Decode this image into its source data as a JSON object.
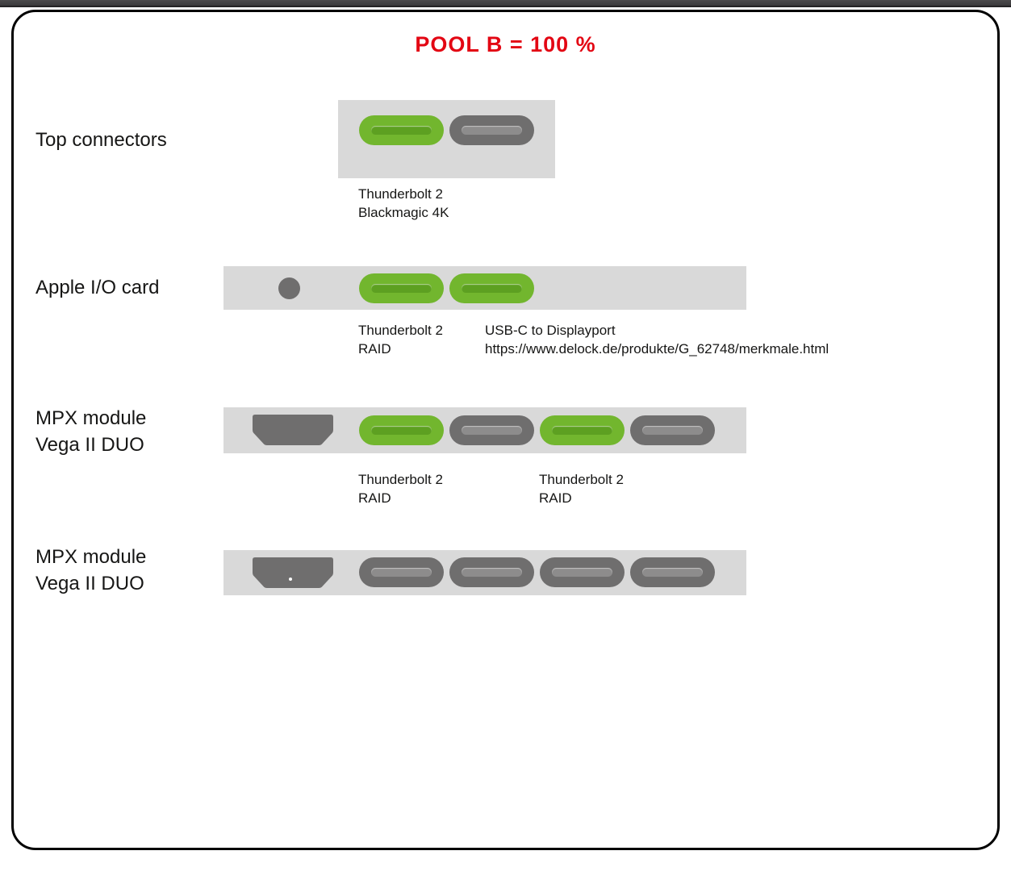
{
  "page": {
    "title": "POOL B = 100 %"
  },
  "colors": {
    "title": "#e30613",
    "green": "#72b62e",
    "gray": "#6f6e6e",
    "panel": "#d9d9d9"
  },
  "rows": {
    "top_connectors": {
      "label": "Top connectors",
      "ports": [
        "green",
        "gray"
      ],
      "caption1_line1": "Thunderbolt 2",
      "caption1_line2": "Blackmagic 4K"
    },
    "apple_io": {
      "label": "Apple I/O card",
      "jack": "audio-jack",
      "ports": [
        "green",
        "green"
      ],
      "caption1_line1": "Thunderbolt 2",
      "caption1_line2": "RAID",
      "caption2_line1": "USB-C to Displayport",
      "caption2_line2": "https://www.delock.de/produkte/G_62748/merkmale.html"
    },
    "mpx1": {
      "label_line1": "MPX module",
      "label_line2": "Vega II DUO",
      "hdmi": "hdmi-port",
      "ports": [
        "green",
        "gray",
        "green",
        "gray"
      ],
      "caption1_line1": "Thunderbolt 2",
      "caption1_line2": "RAID",
      "caption2_line1": "Thunderbolt 2",
      "caption2_line2": "RAID"
    },
    "mpx2": {
      "label_line1": "MPX module",
      "label_line2": "Vega II DUO",
      "hdmi": "hdmi-port",
      "ports": [
        "gray",
        "gray",
        "gray",
        "gray"
      ]
    }
  }
}
